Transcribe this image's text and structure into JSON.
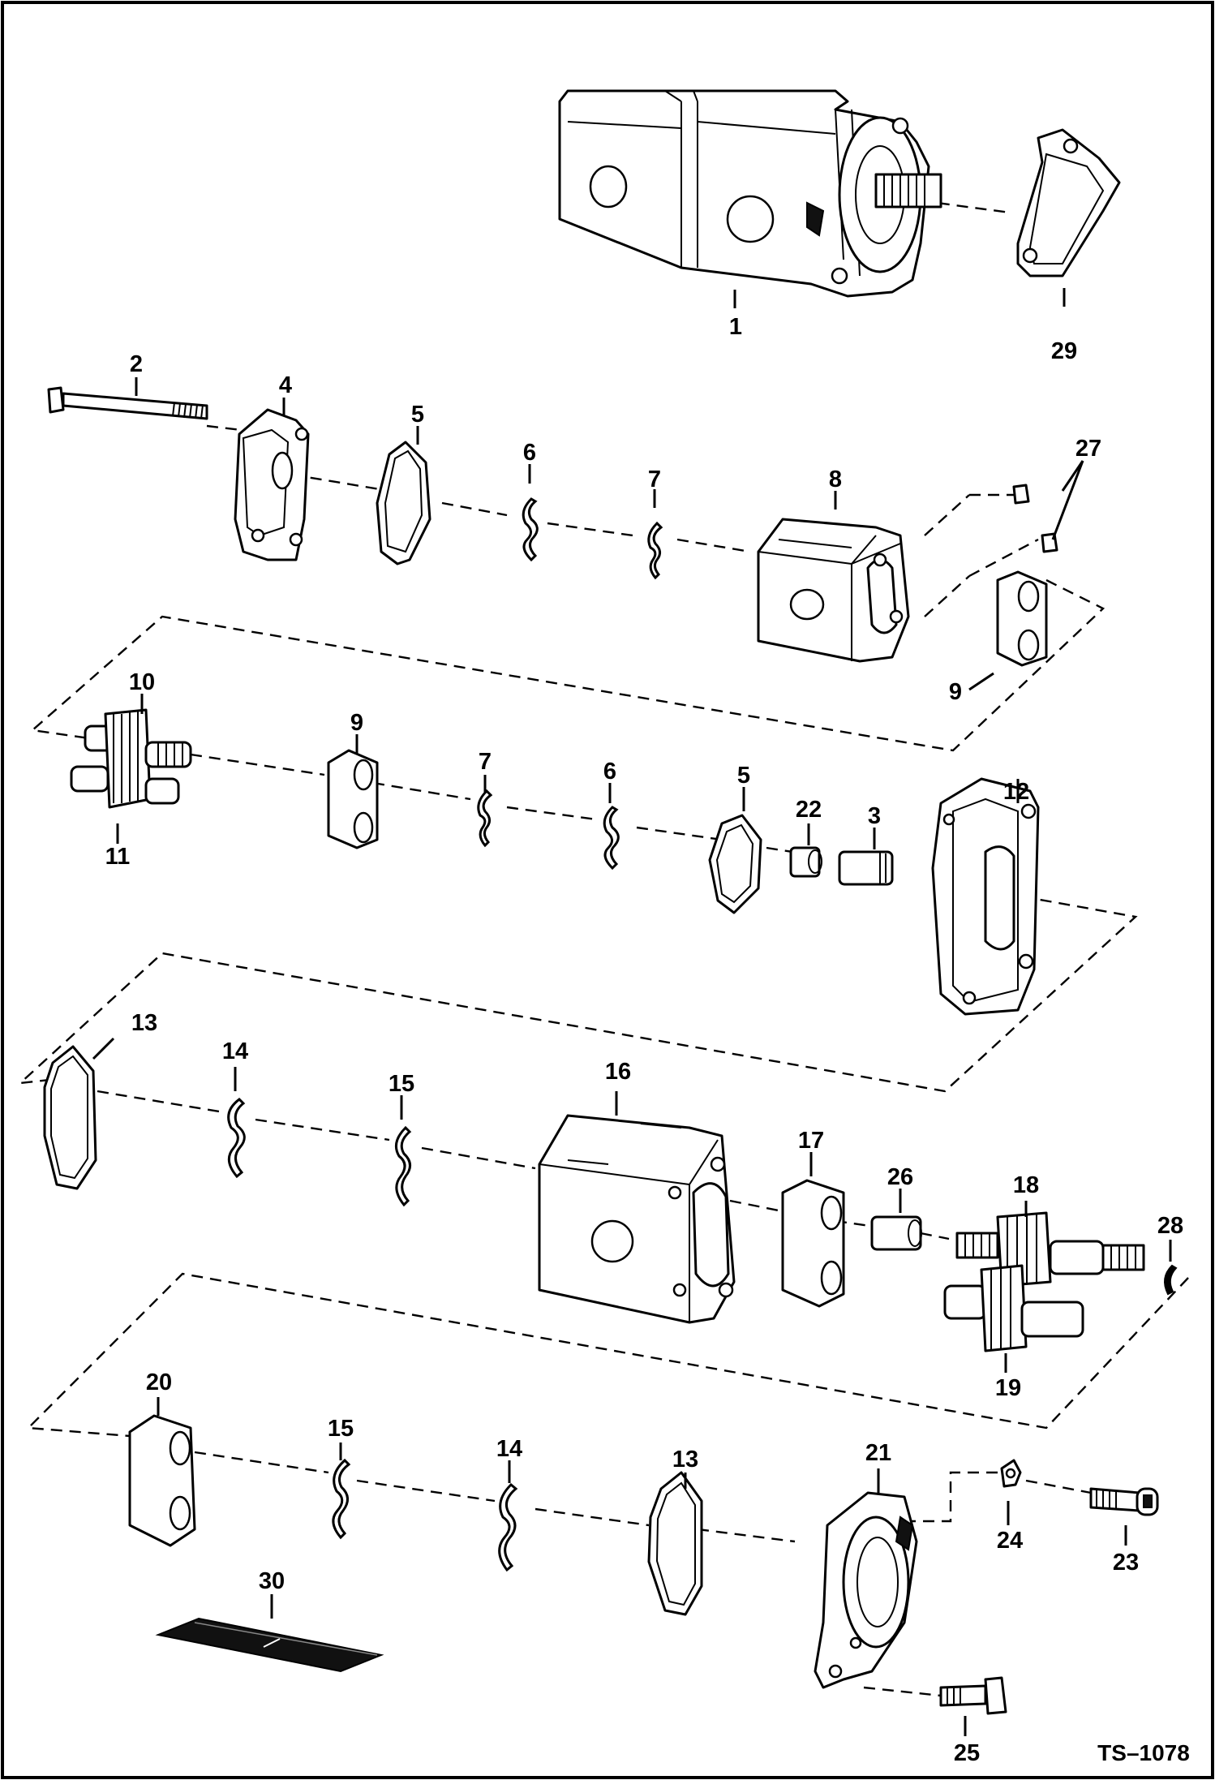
{
  "drawing": {
    "reference": "TS–1078",
    "part_labels": {
      "p1": "1",
      "p2": "2",
      "p3": "3",
      "p4": "4",
      "p5a": "5",
      "p5b": "5",
      "p6a": "6",
      "p6b": "6",
      "p7a": "7",
      "p7b": "7",
      "p8": "8",
      "p9a": "9",
      "p9b": "9",
      "p10": "10",
      "p11": "11",
      "p12": "12",
      "p13a": "13",
      "p13b": "13",
      "p14a": "14",
      "p14b": "14",
      "p15a": "15",
      "p15b": "15",
      "p16": "16",
      "p17": "17",
      "p18": "18",
      "p19": "19",
      "p20": "20",
      "p21": "21",
      "p22": "22",
      "p23": "23",
      "p24": "24",
      "p25": "25",
      "p26": "26",
      "p27": "27",
      "p28": "28",
      "p29": "29",
      "p30": "30"
    }
  }
}
